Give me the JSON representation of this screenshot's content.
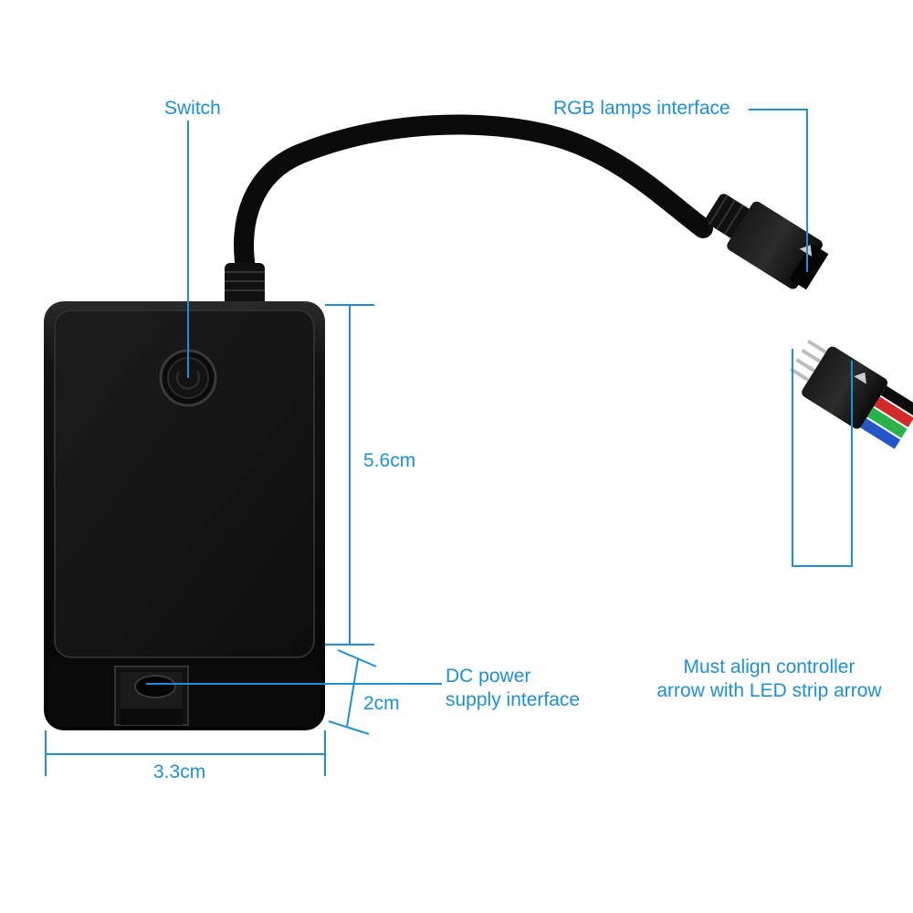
{
  "colors": {
    "annotation": "#1e8fd6",
    "device_body": "#0d0d0d",
    "device_face": "#141414",
    "cable": "#0b0b0b",
    "wire_red": "#d32a2a",
    "wire_green": "#2bb14a",
    "wire_blue": "#2456c8",
    "background": "#ffffff"
  },
  "labels": {
    "switch": "Switch",
    "rgb_interface": "RGB lamps interface",
    "height_dimension": "5.6cm",
    "width_dimension": "3.3cm",
    "depth_dimension": "2cm",
    "dc_power_line1": "DC power",
    "dc_power_line2": "supply interface",
    "align_line1": "Must align controller",
    "align_line2": "arrow with LED strip arrow"
  },
  "icons": {
    "power_button": "power-icon",
    "connector_arrow": "arrow-up-icon"
  }
}
